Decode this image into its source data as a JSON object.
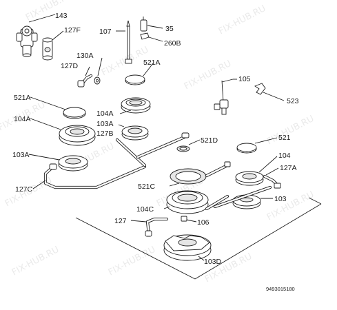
{
  "labels": {
    "l143": "143",
    "l127f": "127F",
    "l107": "107",
    "l35": "35",
    "l260b": "260B",
    "l130a": "130A",
    "l127d": "127D",
    "l521a_top": "521A",
    "l105": "105",
    "l523": "523",
    "l521a_left": "521A",
    "l104a_left": "104A",
    "l104a_mid": "104A",
    "l103a_mid": "103A",
    "l127b": "127B",
    "l521d": "521D",
    "l521": "521",
    "l104": "104",
    "l103a_left": "103A",
    "l127a": "127A",
    "l521c": "521C",
    "l127c": "127C",
    "l103": "103",
    "l104c": "104C",
    "l127": "127",
    "l106": "106",
    "l103d": "103D"
  },
  "doc_code": "9493015180",
  "watermark": "FIX-HUB.RU"
}
